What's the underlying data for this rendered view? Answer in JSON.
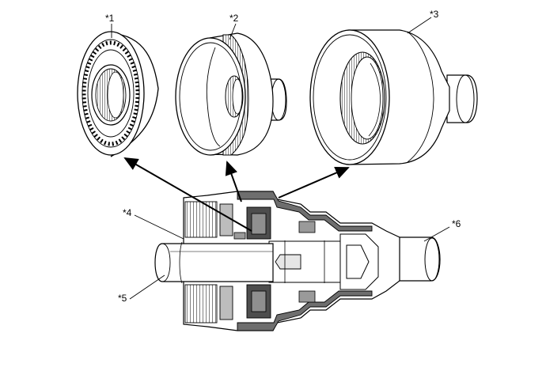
{
  "callouts": {
    "c1": "*1",
    "c2": "*2",
    "c3": "*3",
    "c4": "*4",
    "c5": "*5",
    "c6": "*6"
  },
  "colors": {
    "line": "#000000",
    "shade_dark": "#555555",
    "shade_mid": "#8a8a8a",
    "shade_light": "#c8c8c8",
    "fill": "#ffffff"
  }
}
